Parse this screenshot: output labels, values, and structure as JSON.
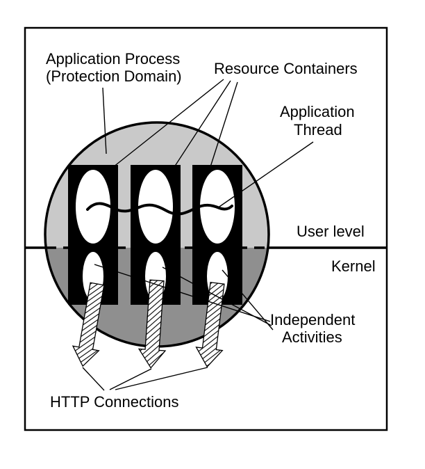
{
  "diagram": {
    "labels": {
      "application_process_line1": "Application Process",
      "application_process_line2": "(Protection Domain)",
      "resource_containers": "Resource Containers",
      "application_thread_line1": "Application",
      "application_thread_line2": "Thread",
      "user_level": "User level",
      "kernel": "Kernel",
      "independent_activities_line1": "Independent",
      "independent_activities_line2": "Activities",
      "http_connections": "HTTP Connections"
    },
    "colors": {
      "user_space_fill": "#c9c9c9",
      "kernel_space_fill": "#8f8f8f",
      "container_fill": "#000000",
      "line_color": "#000000",
      "background": "#ffffff"
    }
  }
}
